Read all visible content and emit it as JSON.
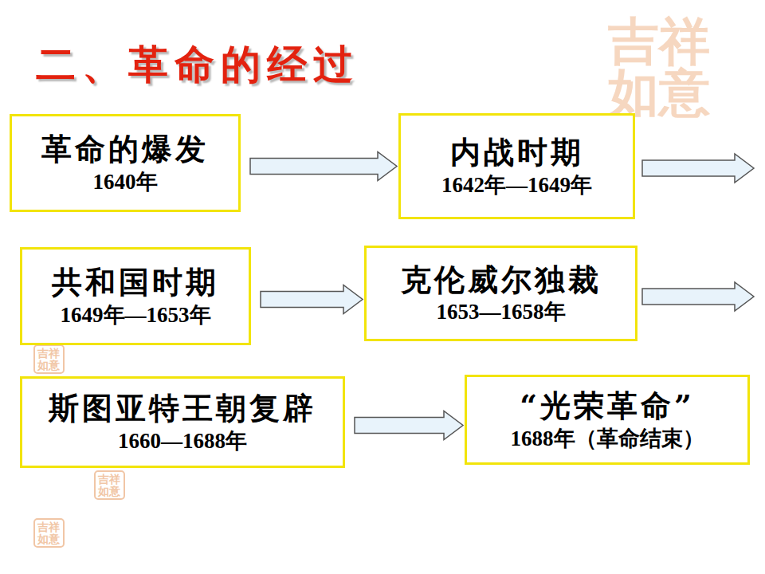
{
  "diagram": {
    "title": "二、革命的经过",
    "nodes": [
      {
        "text": [
          "革命的爆发",
          "1640年"
        ]
      },
      {
        "text": [
          "内战时期",
          "1642年—1649年"
        ]
      },
      {
        "text": [
          "共和国时期",
          "1649年—1653年"
        ]
      },
      {
        "text": [
          "克伦威尔独裁",
          "1653—1658年"
        ]
      },
      {
        "text": [
          "斯图亚特王朝复辟",
          "1660—1688年"
        ]
      },
      {
        "text": [
          "“光荣革命”",
          "1688年（革命结束）"
        ]
      }
    ],
    "edges": [
      {
        "from": 0,
        "to": 1,
        "arrow": "to"
      },
      {
        "from": 2,
        "to": 3,
        "arrow": "to"
      },
      {
        "from": 4,
        "to": 5,
        "arrow": "to"
      }
    ],
    "labels": [
      "吉祥如意",
      "吉祥如意",
      "吉祥如意",
      "吉祥如意"
    ]
  }
}
